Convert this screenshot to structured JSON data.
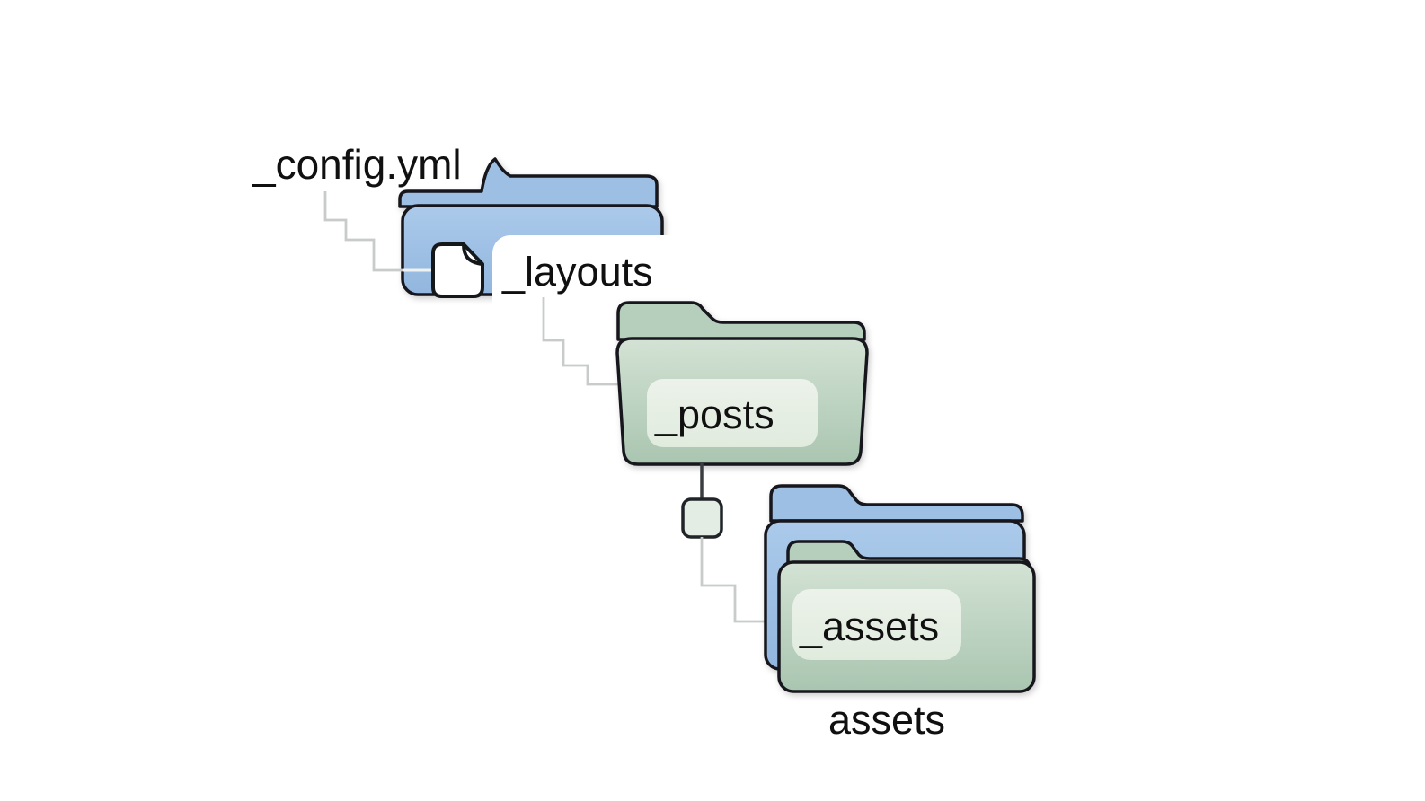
{
  "diagram": {
    "type": "folder-structure",
    "background": "#ffffff",
    "labels": {
      "config": "_config.yml",
      "layouts": "_layouts",
      "posts": "_posts",
      "assets_source": "_assets",
      "assets_caption": "assets"
    },
    "nodes": [
      {
        "id": "config",
        "label": "_config.yml",
        "kind": "file"
      },
      {
        "id": "layouts",
        "label": "_layouts",
        "kind": "folder",
        "color": "blue"
      },
      {
        "id": "posts",
        "label": "_posts",
        "kind": "folder",
        "color": "green"
      },
      {
        "id": "assets",
        "label": "_assets",
        "kind": "folder-stack",
        "colors": [
          "blue",
          "green"
        ],
        "caption": "assets"
      }
    ],
    "connections": [
      {
        "from": "config",
        "to": "layouts",
        "style": "stair-step-gray"
      },
      {
        "from": "layouts",
        "to": "posts",
        "style": "stair-step-gray"
      },
      {
        "from": "posts",
        "to": "assets",
        "style": "dark-drop-with-square-then-stair-step-gray"
      }
    ],
    "colors": {
      "folder_blue": "#9dbfe4",
      "folder_blue_light": "#a7c7e9",
      "folder_blue_dark": "#95b9e0",
      "folder_green_back": "#b6cfbd",
      "folder_green_light": "#d3e2d4",
      "folder_green_dark": "#a9c5b0",
      "label_plate_green": "#e7efe6",
      "document_fill": "#ffffff",
      "outline": "#16191d",
      "connector_gray": "#c9cbca",
      "connector_light": "#f0f2f2",
      "connector_dark": "#3b3e41",
      "square_fill": "#e3ede4",
      "text": "#101010"
    }
  }
}
